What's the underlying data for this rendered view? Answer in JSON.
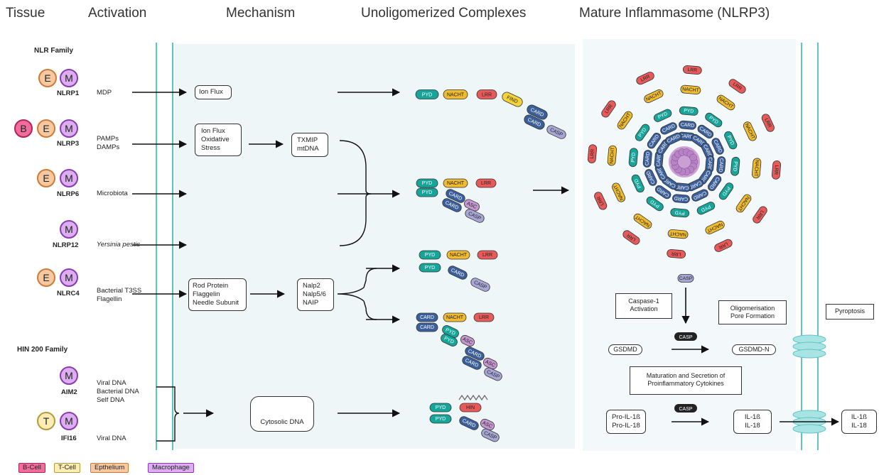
{
  "headers": {
    "tissue": "Tissue",
    "activation": "Activation",
    "mechanism": "Mechanism",
    "unoligomerized": "Unoligomerized  Complexes",
    "mature": "Mature Inflammasome (NLRP3)"
  },
  "families": {
    "nlr": "NLR Family",
    "hin": "HIN 200 Family"
  },
  "sensors": {
    "nlrp1": {
      "name": "NLRP1",
      "activation": "MDP"
    },
    "nlrp3": {
      "name": "NLRP3",
      "activation": "PAMPs\nDAMPs"
    },
    "nlrp6": {
      "name": "NLRP6",
      "activation": "Microbiota"
    },
    "nlrp12": {
      "name": "NLRP12",
      "activation": "Yersinia pestis"
    },
    "nlrc4": {
      "name": "NLRC4",
      "activation": "Bacterial T3SS\nFlagellin"
    },
    "aim2": {
      "name": "AIM2",
      "activation": "Viral DNA\nBacterial DNA\nSelf DNA"
    },
    "ifi16": {
      "name": "IFI16",
      "activation": "Viral DNA"
    }
  },
  "cell_letters": {
    "b": "B",
    "e": "E",
    "m": "M",
    "t": "T"
  },
  "mechanisms": {
    "ion_flux": "Ion Flux",
    "ion_flux_stress": "Ion Flux\nOxidative\nStress",
    "txmip": "TXMIP\nmtDNA",
    "rod": "Rod Protein\nFlaggelin\nNeedle Subunit",
    "nalp": "Nalp2\nNalp5/6\nNAIP",
    "cytosolic_dna": "Cytosolic DNA"
  },
  "domains": {
    "pyd": "PYD",
    "nacht": "NACHT",
    "lrr": "LRR",
    "find": "FIND",
    "card": "CARD",
    "casp": "CASP",
    "asc": "ASC",
    "hin": "HIN"
  },
  "pathway": {
    "caspase1": "Caspase-1\nActivation",
    "casp_label": "CASP",
    "gsdmd": "GSDMD",
    "gsdmd_n": "GSDMD-N",
    "oligomerisation": "Oligomerisation\nPore Formation",
    "pyroptosis": "Pyroptosis",
    "maturation": "Maturation and Secretion of\nProinflammatory Cytokines",
    "pro_il": "Pro-IL-1ß\nPro-IL-18",
    "il_inside": "IL-1ß\nIL-18",
    "il_outside": "IL-1ß\nIL-18"
  },
  "legend": {
    "b_cell": "B-Cell",
    "t_cell": "T-Cell",
    "epithelium": "Epthelium",
    "macrophage": "Macrophage"
  },
  "colors": {
    "membrane": "#5fc4c4",
    "cytoplasm": "#eef6f7",
    "pyd": "#17a59a",
    "nacht": "#f0bb2e",
    "lrr": "#e85a5a",
    "find": "#f3d23a",
    "card": "#3b5f9a",
    "casp": "#a7a6d4",
    "asc": "#c596cf",
    "b_fill": "#f06c9b",
    "e_fill": "#f7c9a0",
    "m_fill": "#dcaef0",
    "t_fill": "#fbedb3"
  }
}
